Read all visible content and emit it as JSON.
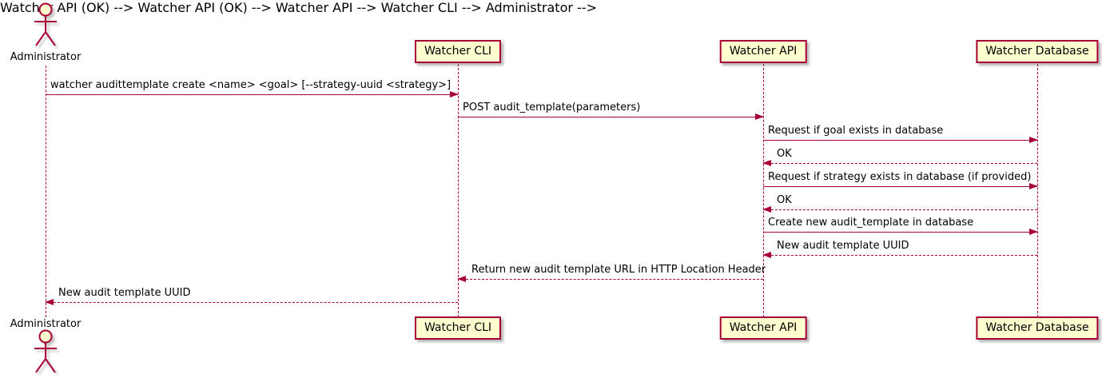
{
  "diagram": {
    "type": "sequence",
    "colors": {
      "accent": "#A80036",
      "participant_fill": "#FEFECE",
      "text": "#000000",
      "background": "#ffffff"
    },
    "actor": {
      "name": "Administrator"
    },
    "participants": [
      {
        "label": "Watcher CLI"
      },
      {
        "label": "Watcher API"
      },
      {
        "label": "Watcher Database"
      }
    ],
    "messages": [
      {
        "from": "Administrator",
        "to": "Watcher CLI",
        "style": "solid",
        "label": "watcher audittemplate create <name> <goal> [--strategy-uuid <strategy>]"
      },
      {
        "from": "Watcher CLI",
        "to": "Watcher API",
        "style": "solid",
        "label": "POST audit_template(parameters)"
      },
      {
        "from": "Watcher API",
        "to": "Watcher Database",
        "style": "solid",
        "label": "Request if goal exists in database"
      },
      {
        "from": "Watcher Database",
        "to": "Watcher API",
        "style": "dashed",
        "label": "OK"
      },
      {
        "from": "Watcher API",
        "to": "Watcher Database",
        "style": "solid",
        "label": "Request if strategy exists in database (if provided)"
      },
      {
        "from": "Watcher Database",
        "to": "Watcher API",
        "style": "dashed",
        "label": "OK"
      },
      {
        "from": "Watcher API",
        "to": "Watcher Database",
        "style": "solid",
        "label": "Create new audit_template in database"
      },
      {
        "from": "Watcher Database",
        "to": "Watcher API",
        "style": "dashed",
        "label": "New audit template UUID"
      },
      {
        "from": "Watcher API",
        "to": "Watcher CLI",
        "style": "dashed",
        "label": "Return new audit template URL in HTTP Location Header"
      },
      {
        "from": "Watcher CLI",
        "to": "Administrator",
        "style": "dashed",
        "label": "New audit template UUID"
      }
    ]
  }
}
